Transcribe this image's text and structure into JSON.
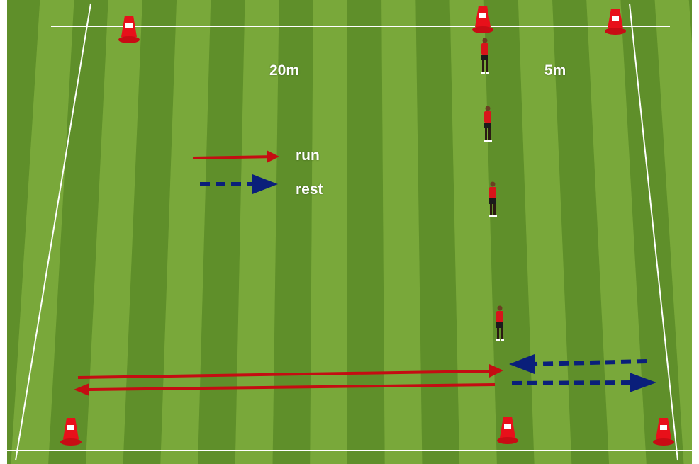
{
  "labels": {
    "distance_main": "20m",
    "distance_side": "5m"
  },
  "legend": {
    "run_label": "run",
    "rest_label": "rest"
  },
  "colors": {
    "grass_light": "#79a83a",
    "grass_dark": "#5f8f2a",
    "line": "#ffffff",
    "run_arrow": "#c40d12",
    "rest_arrow": "#0a1f7a",
    "cone": "#e8101a",
    "player_shirt": "#d8141a",
    "player_shorts": "#1b1b1b"
  },
  "icons": {
    "cone": "traffic-cone-icon",
    "player": "player-figure-icon"
  }
}
